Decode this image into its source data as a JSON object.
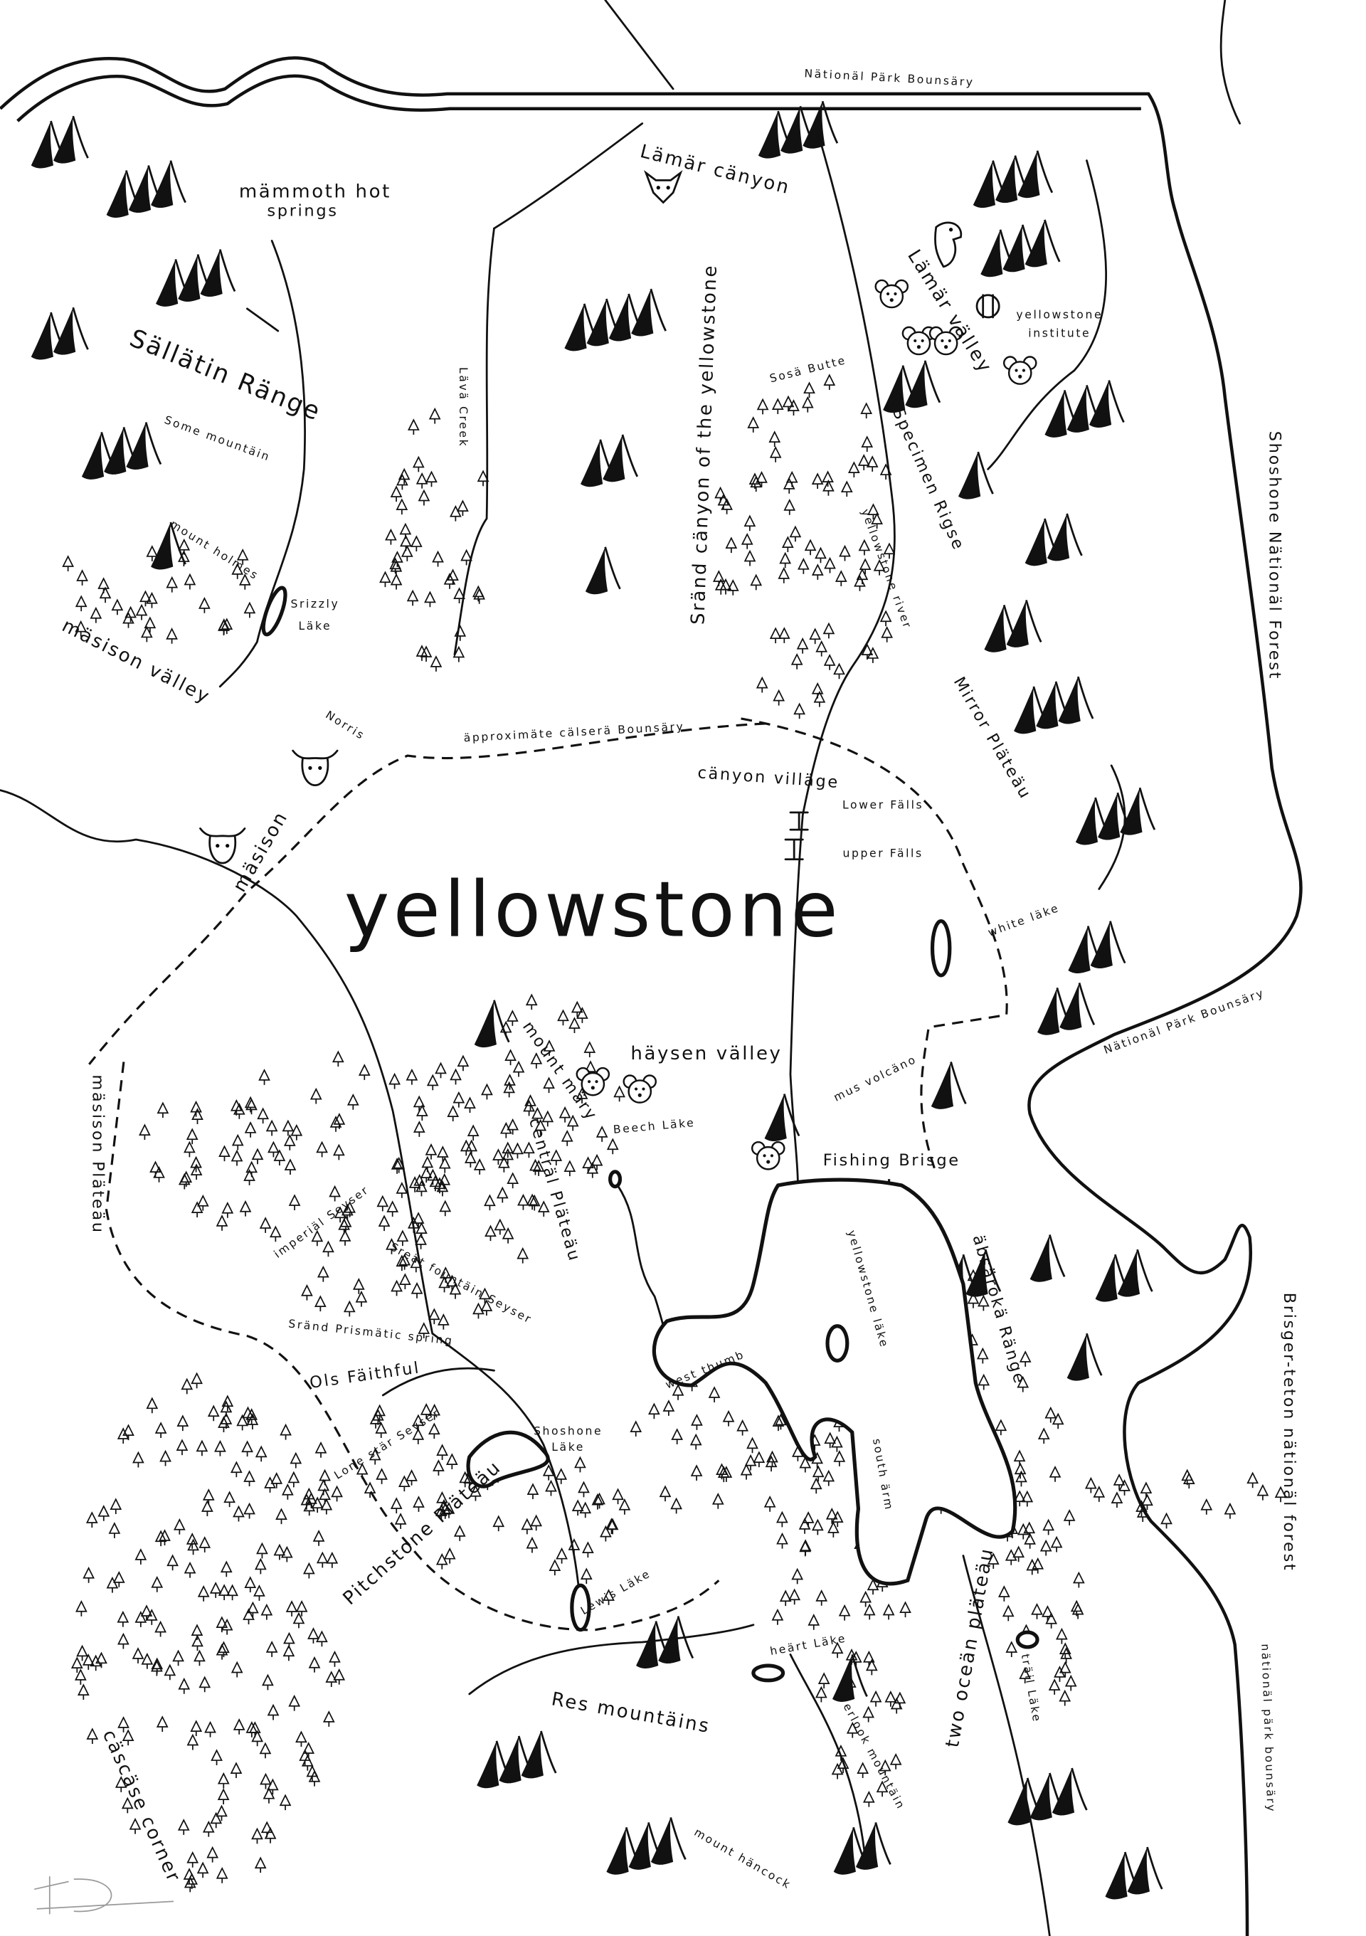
{
  "map": {
    "title": "yellowstone",
    "colors": {
      "ink": "#111111",
      "paper": "#ffffff"
    },
    "labels": {
      "park_boundary_top": "Nätionäl Pärk Bounsäry",
      "mammoth_1": "mämmoth hot",
      "mammoth_2": "springs",
      "gallatin_range": "Sällätin Ränge",
      "dome_mountain": "Some mountäin",
      "mount_holmes": "mount holmes",
      "grizzly_lake_1": "Srizzly",
      "grizzly_lake_2": "Läke",
      "madison_valley": "mäsison välley",
      "norris": "Norris",
      "lava_creek": "Lävä Creek",
      "lamar_canyon": "Lämär cänyon",
      "grand_canyon": "Sränd cänyon of the yellowstone",
      "lamar_valley": "Lämär välley",
      "soda_butte": "Sosä Butte",
      "yellowstone_institute_1": "yellowstone",
      "yellowstone_institute_2": "institute",
      "specimen_ridge": "Specimen Rigse",
      "yellowstone_river": "yellowstone river",
      "mirror_plateau": "Mirror Pläteäu",
      "shoshone_nf": "Shoshone Nätionäl Forest",
      "caldera_boundary": "äpproximäte cälserä Bounsäry",
      "canyon_village": "cänyon villäge",
      "lower_falls": "Lower Fälls",
      "upper_falls": "upper Fälls",
      "madison": "mäsison",
      "white_lake": "white läke",
      "park_boundary_right": "Nätionäl Pärk Bounsäry",
      "madison_plateau": "mäsison Pläteäu",
      "mount_mary": "mount märy",
      "central_plateau": "centräl Pläteäu",
      "hayden_valley": "häysen välley",
      "mud_volcano": "mus volcäno",
      "beech_lake": "Beech Läke",
      "fishing_bridge": "Fishing Brisge",
      "imperial_geyser": "imperiäl Seyser",
      "great_fountain_geyser": "Sreät fountäin Seyser",
      "grand_prismatic_spring": "Sränd Prismätic spring",
      "old_faithful": "Ols Fäithful",
      "west_thumb": "west thumb",
      "yellowstone_lake": "yellowstone läke",
      "absaroka_range": "äbsärokä Ränge",
      "lone_star_geyser": "Lone stär Seyser",
      "shoshone_lake_1": "Shoshone",
      "shoshone_lake_2": "Läke",
      "south_arm": "south ärm",
      "pitchstone_plateau": "Pitchstone Pläteäu",
      "lewis_lake": "Lewis Läke",
      "heart_lake": "heärt Läke",
      "red_mountains": "Res mountäins",
      "overlook_mountain": "overlook mountäin",
      "two_ocean_plateau": "two oceän pläteäu",
      "trail_lake": "träil Läke",
      "bridger_teton_nf": "Brisger-teton nätionäl forest",
      "park_boundary_bottom": "nätionäl pärk bounsäry",
      "cascade_corner": "cäscäse corner",
      "mount_hancock": "mount häncock"
    },
    "icons": [
      "mountain-icon",
      "tree-icon",
      "wolf-icon",
      "eagle-icon",
      "bear-icon",
      "bison-icon",
      "waterfall-icon",
      "signature-mark"
    ]
  }
}
